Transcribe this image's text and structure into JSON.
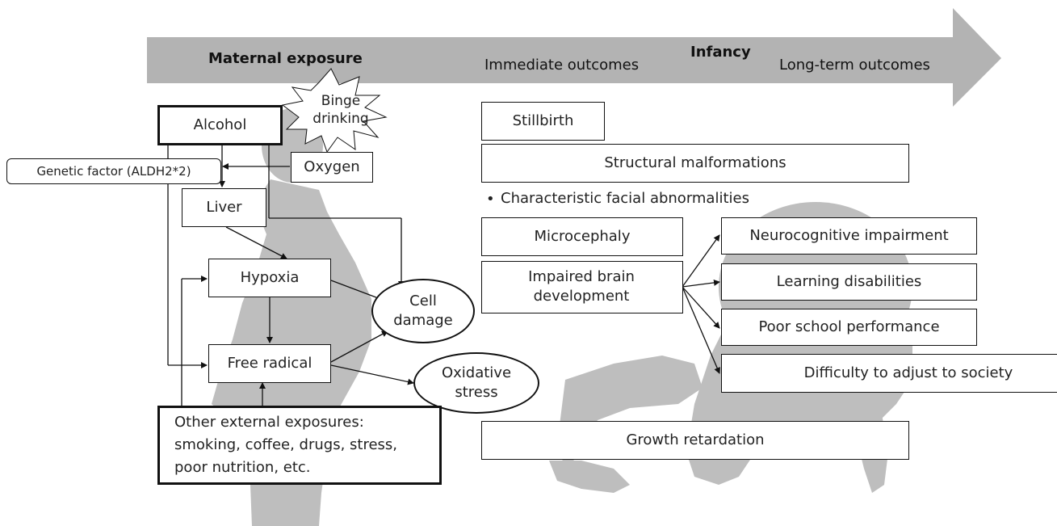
{
  "timeline": {
    "maternal_exposure": "Maternal exposure",
    "immediate_outcomes": "Immediate outcomes",
    "infancy": "Infancy",
    "long_term_outcomes": "Long-term outcomes"
  },
  "exposure": {
    "alcohol": "Alcohol",
    "binge_drinking": "Binge drinking",
    "oxygen": "Oxygen",
    "genetic_factor": "Genetic factor (ALDH2*2)",
    "liver": "Liver",
    "hypoxia": "Hypoxia",
    "free_radical": "Free radical",
    "cell_damage": "Cell damage",
    "oxidative_stress": "Oxidative stress",
    "other_exposures": "Other external exposures: smoking, coffee, drugs, stress, poor nutrition, etc."
  },
  "outcomes": {
    "stillbirth": "Stillbirth",
    "structural_malformations": "Structural malformations",
    "facial_bullet": "•",
    "facial_abnormalities": "Characteristic facial abnormalities",
    "microcephaly": "Microcephaly",
    "impaired_brain": "Impaired brain development",
    "growth_retardation": "Growth retardation"
  },
  "long_term": {
    "neurocognitive": "Neurocognitive impairment",
    "learning": "Learning disabilities",
    "school": "Poor school performance",
    "society": "Difficulty to adjust to society"
  },
  "colors": {
    "arrow_band": "#b3b3b3",
    "silhouette": "#bebebe",
    "line": "#111111",
    "box_border": "#111111"
  }
}
